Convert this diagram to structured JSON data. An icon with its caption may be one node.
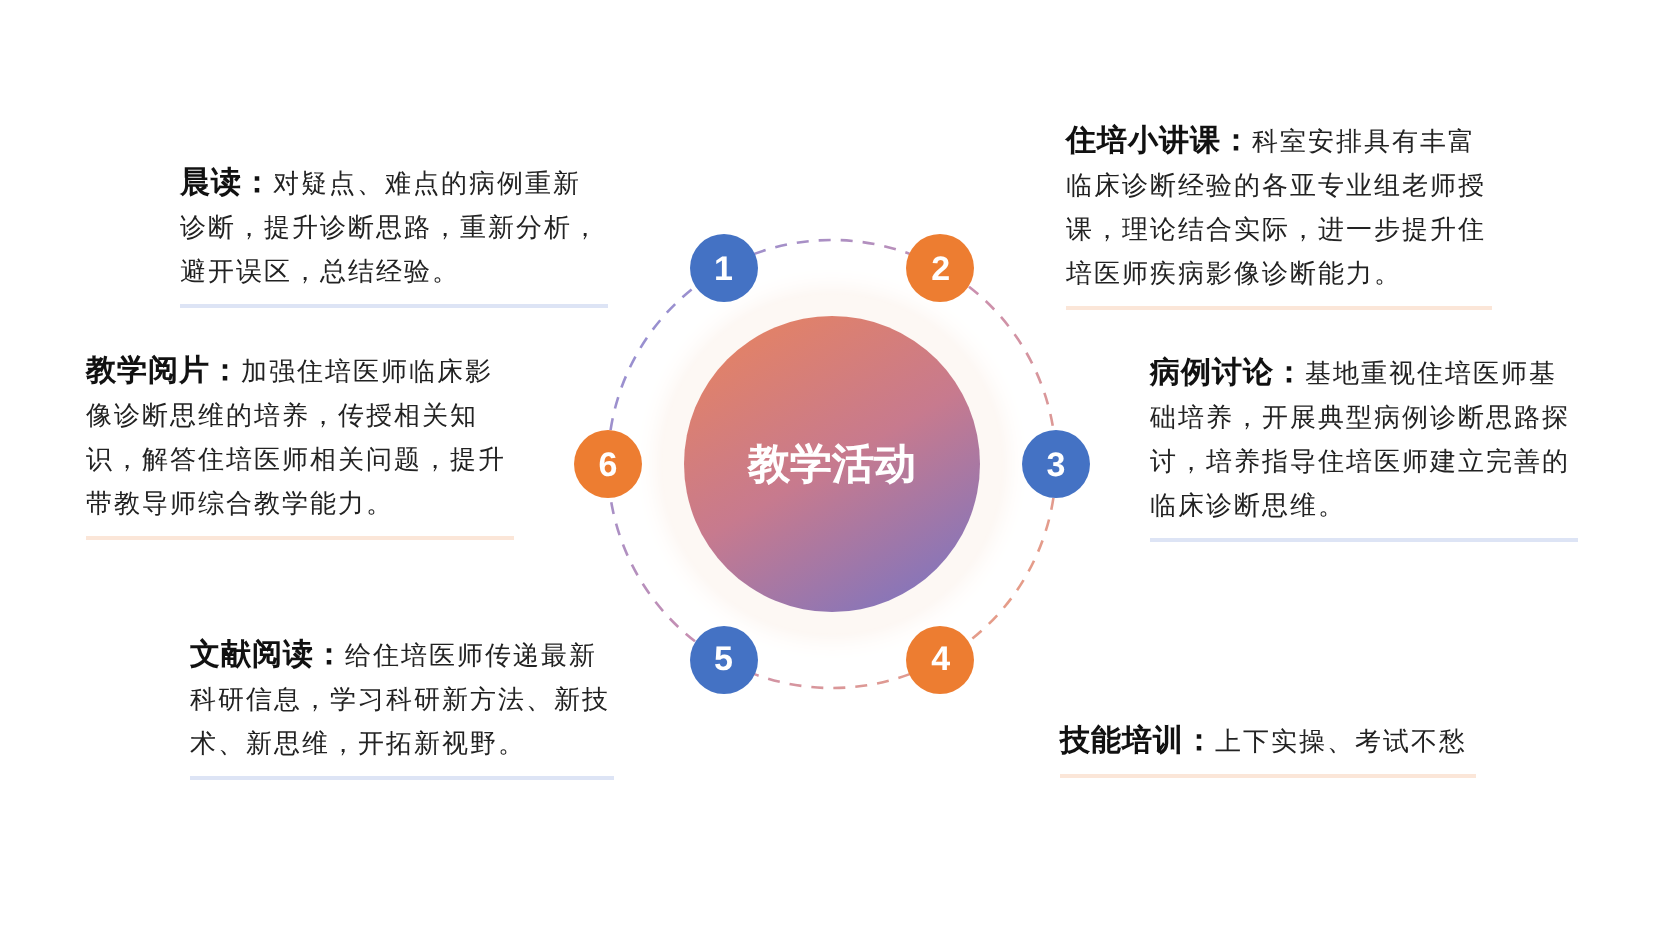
{
  "diagram": {
    "nodes": [
      {
        "text": [
          "教学活动"
        ]
      },
      {
        "text": [
          "1"
        ],
        "beside": [
          "**晨读：**对疑点、难点的病例重新诊断，提升诊断思路，重新分析，避开误区，总结经验。"
        ]
      },
      {
        "text": [
          "2"
        ],
        "beside": [
          "**住培小讲课：**科室安排具有丰富临床诊断经验的各亚专业组老师授课，理论结合实际，进一步提升住培医师疾病影像诊断能力。"
        ]
      },
      {
        "text": [
          "3"
        ],
        "beside": [
          "**病例讨论：**基地重视住培医师基础培养，开展典型病例诊断思路探讨，培养指导住培医师建立完善的临床诊断思维。"
        ]
      },
      {
        "text": [
          "4"
        ],
        "beside": [
          "**技能培训：**上下实操、考试不愁"
        ]
      },
      {
        "text": [
          "5"
        ],
        "beside": [
          "**文献阅读：**给住培医师传递最新科研信息，学习科研新方法、新技术、新思维，开拓新视野。"
        ]
      },
      {
        "text": [
          "6"
        ],
        "beside": [
          "**教学阅片：**加强住培医师临床影像诊断思维的培养，传授相关知识，解答住培医师相关问题，提升带教导师综合教学能力。"
        ]
      }
    ],
    "edges": [
      {
        "from": 1,
        "to": 2,
        "arrow": "none",
        "style": "dashed"
      },
      {
        "from": 2,
        "to": 3,
        "arrow": "none",
        "style": "dashed"
      },
      {
        "from": 3,
        "to": 4,
        "arrow": "none",
        "style": "dashed"
      },
      {
        "from": 4,
        "to": 5,
        "arrow": "none",
        "style": "dashed"
      },
      {
        "from": 5,
        "to": 6,
        "arrow": "none",
        "style": "dashed"
      },
      {
        "from": 6,
        "to": 1,
        "arrow": "none",
        "style": "dashed"
      }
    ]
  }
}
